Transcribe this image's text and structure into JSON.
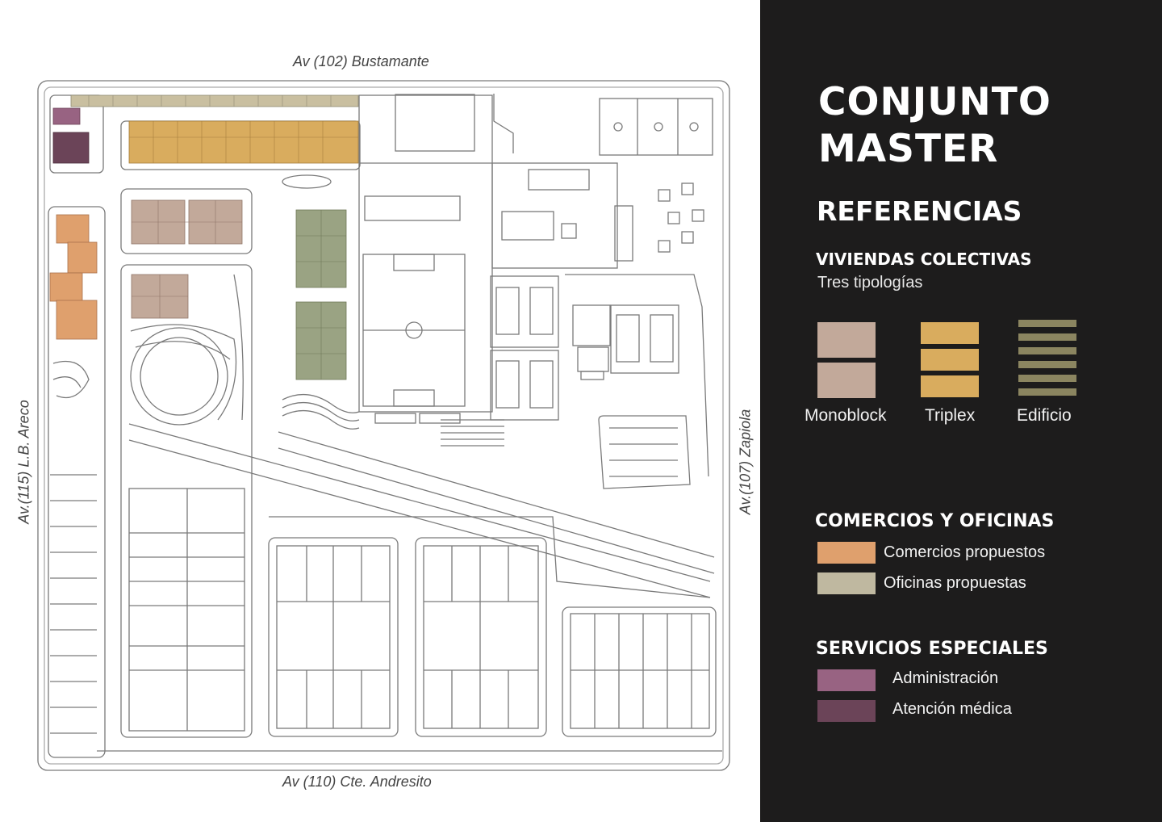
{
  "streets": {
    "top": "Av (102) Bustamante",
    "bottom": "Av (110) Cte. Andresito",
    "left": "Av.(115) L.B. Areco",
    "right": "Av.(107) Zapiola"
  },
  "legend": {
    "title_line1": "CONJUNTO",
    "title_line2": "MASTER",
    "references": "REFERENCIAS",
    "housing": {
      "heading": "VIVIENDAS COLECTIVAS",
      "subtitle": "Tres tipologías",
      "types": [
        {
          "label": "Monoblock",
          "color": "#c2a99a"
        },
        {
          "label": "Triplex",
          "color": "#d9ac5e"
        },
        {
          "label": "Edificio",
          "color": "#8b8560"
        }
      ]
    },
    "commerce": {
      "heading": "COMERCIOS Y OFICINAS",
      "items": [
        {
          "label": "Comercios propuestos",
          "color": "#dfa06d"
        },
        {
          "label": "Oficinas propuestas",
          "color": "#bfb8a0"
        }
      ]
    },
    "services": {
      "heading": "SERVICIOS ESPECIALES",
      "items": [
        {
          "label": "Administración",
          "color": "#986382"
        },
        {
          "label": "Atención médica",
          "color": "#6b4458"
        }
      ]
    }
  }
}
